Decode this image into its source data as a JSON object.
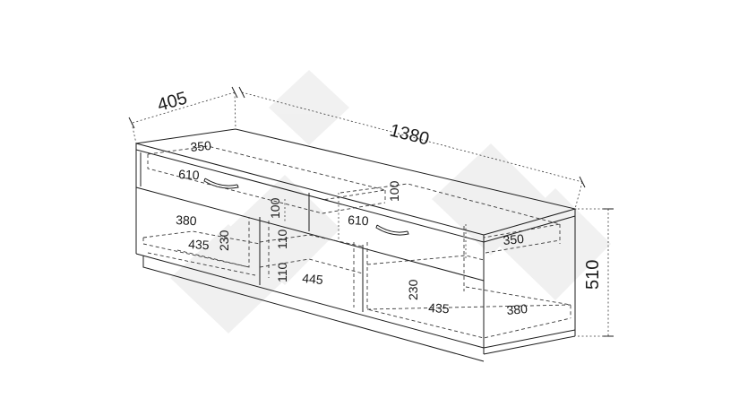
{
  "dimensions": {
    "overall_depth": "405",
    "overall_width": "1380",
    "overall_height": "510",
    "drawer_left_depth": "350",
    "drawer_left_width": "610",
    "drawer_right_depth": "350",
    "drawer_right_width": "610",
    "drawer_left_height": "100",
    "drawer_right_height": "100",
    "left_compartment_depth": "380",
    "left_compartment_width": "435",
    "left_compartment_height": "230",
    "right_compartment_depth": "380",
    "right_compartment_width": "435",
    "right_compartment_height": "230",
    "middle_upper_height": "110",
    "middle_lower_height": "110",
    "middle_shelf_width": "445"
  },
  "colors": {
    "line": "#1c1c1c",
    "dashed": "#3a3a3a",
    "watermark": "#ebebeb",
    "background": "#ffffff"
  }
}
